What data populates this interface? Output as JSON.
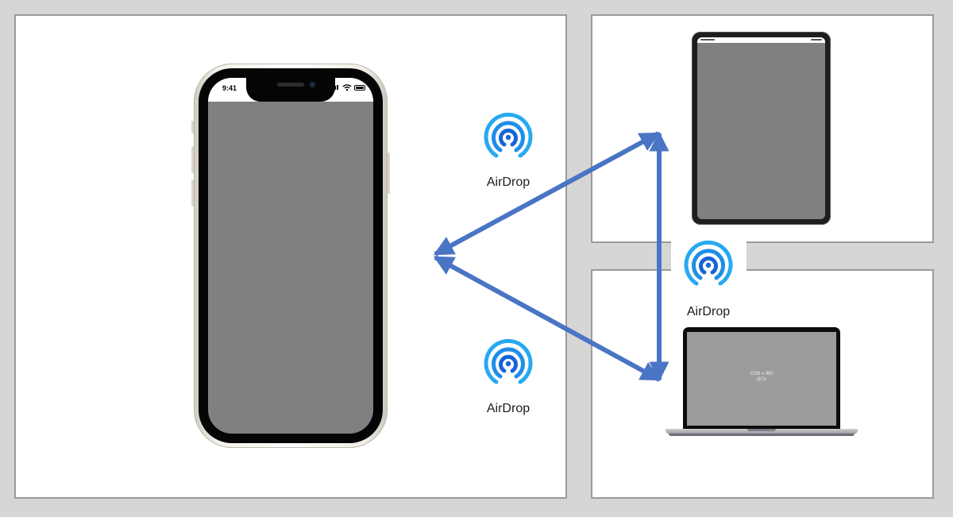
{
  "iphone": {
    "status_time": "9:41",
    "screen_color": "#808080"
  },
  "macbook": {
    "resolution_line1": "1536 x 960",
    "resolution_line2": "@2x"
  },
  "airdrop": [
    {
      "label": "AirDrop",
      "icon": "airdrop-icon"
    },
    {
      "label": "AirDrop",
      "icon": "airdrop-icon"
    },
    {
      "label": "AirDrop",
      "icon": "airdrop-icon"
    }
  ],
  "colors": {
    "arrow": "#4a74c4",
    "airdrop_outer": "#27a9f1",
    "airdrop_inner": "#1565d8",
    "panel_border": "#9a9a9a",
    "background": "#d6d6d6"
  }
}
